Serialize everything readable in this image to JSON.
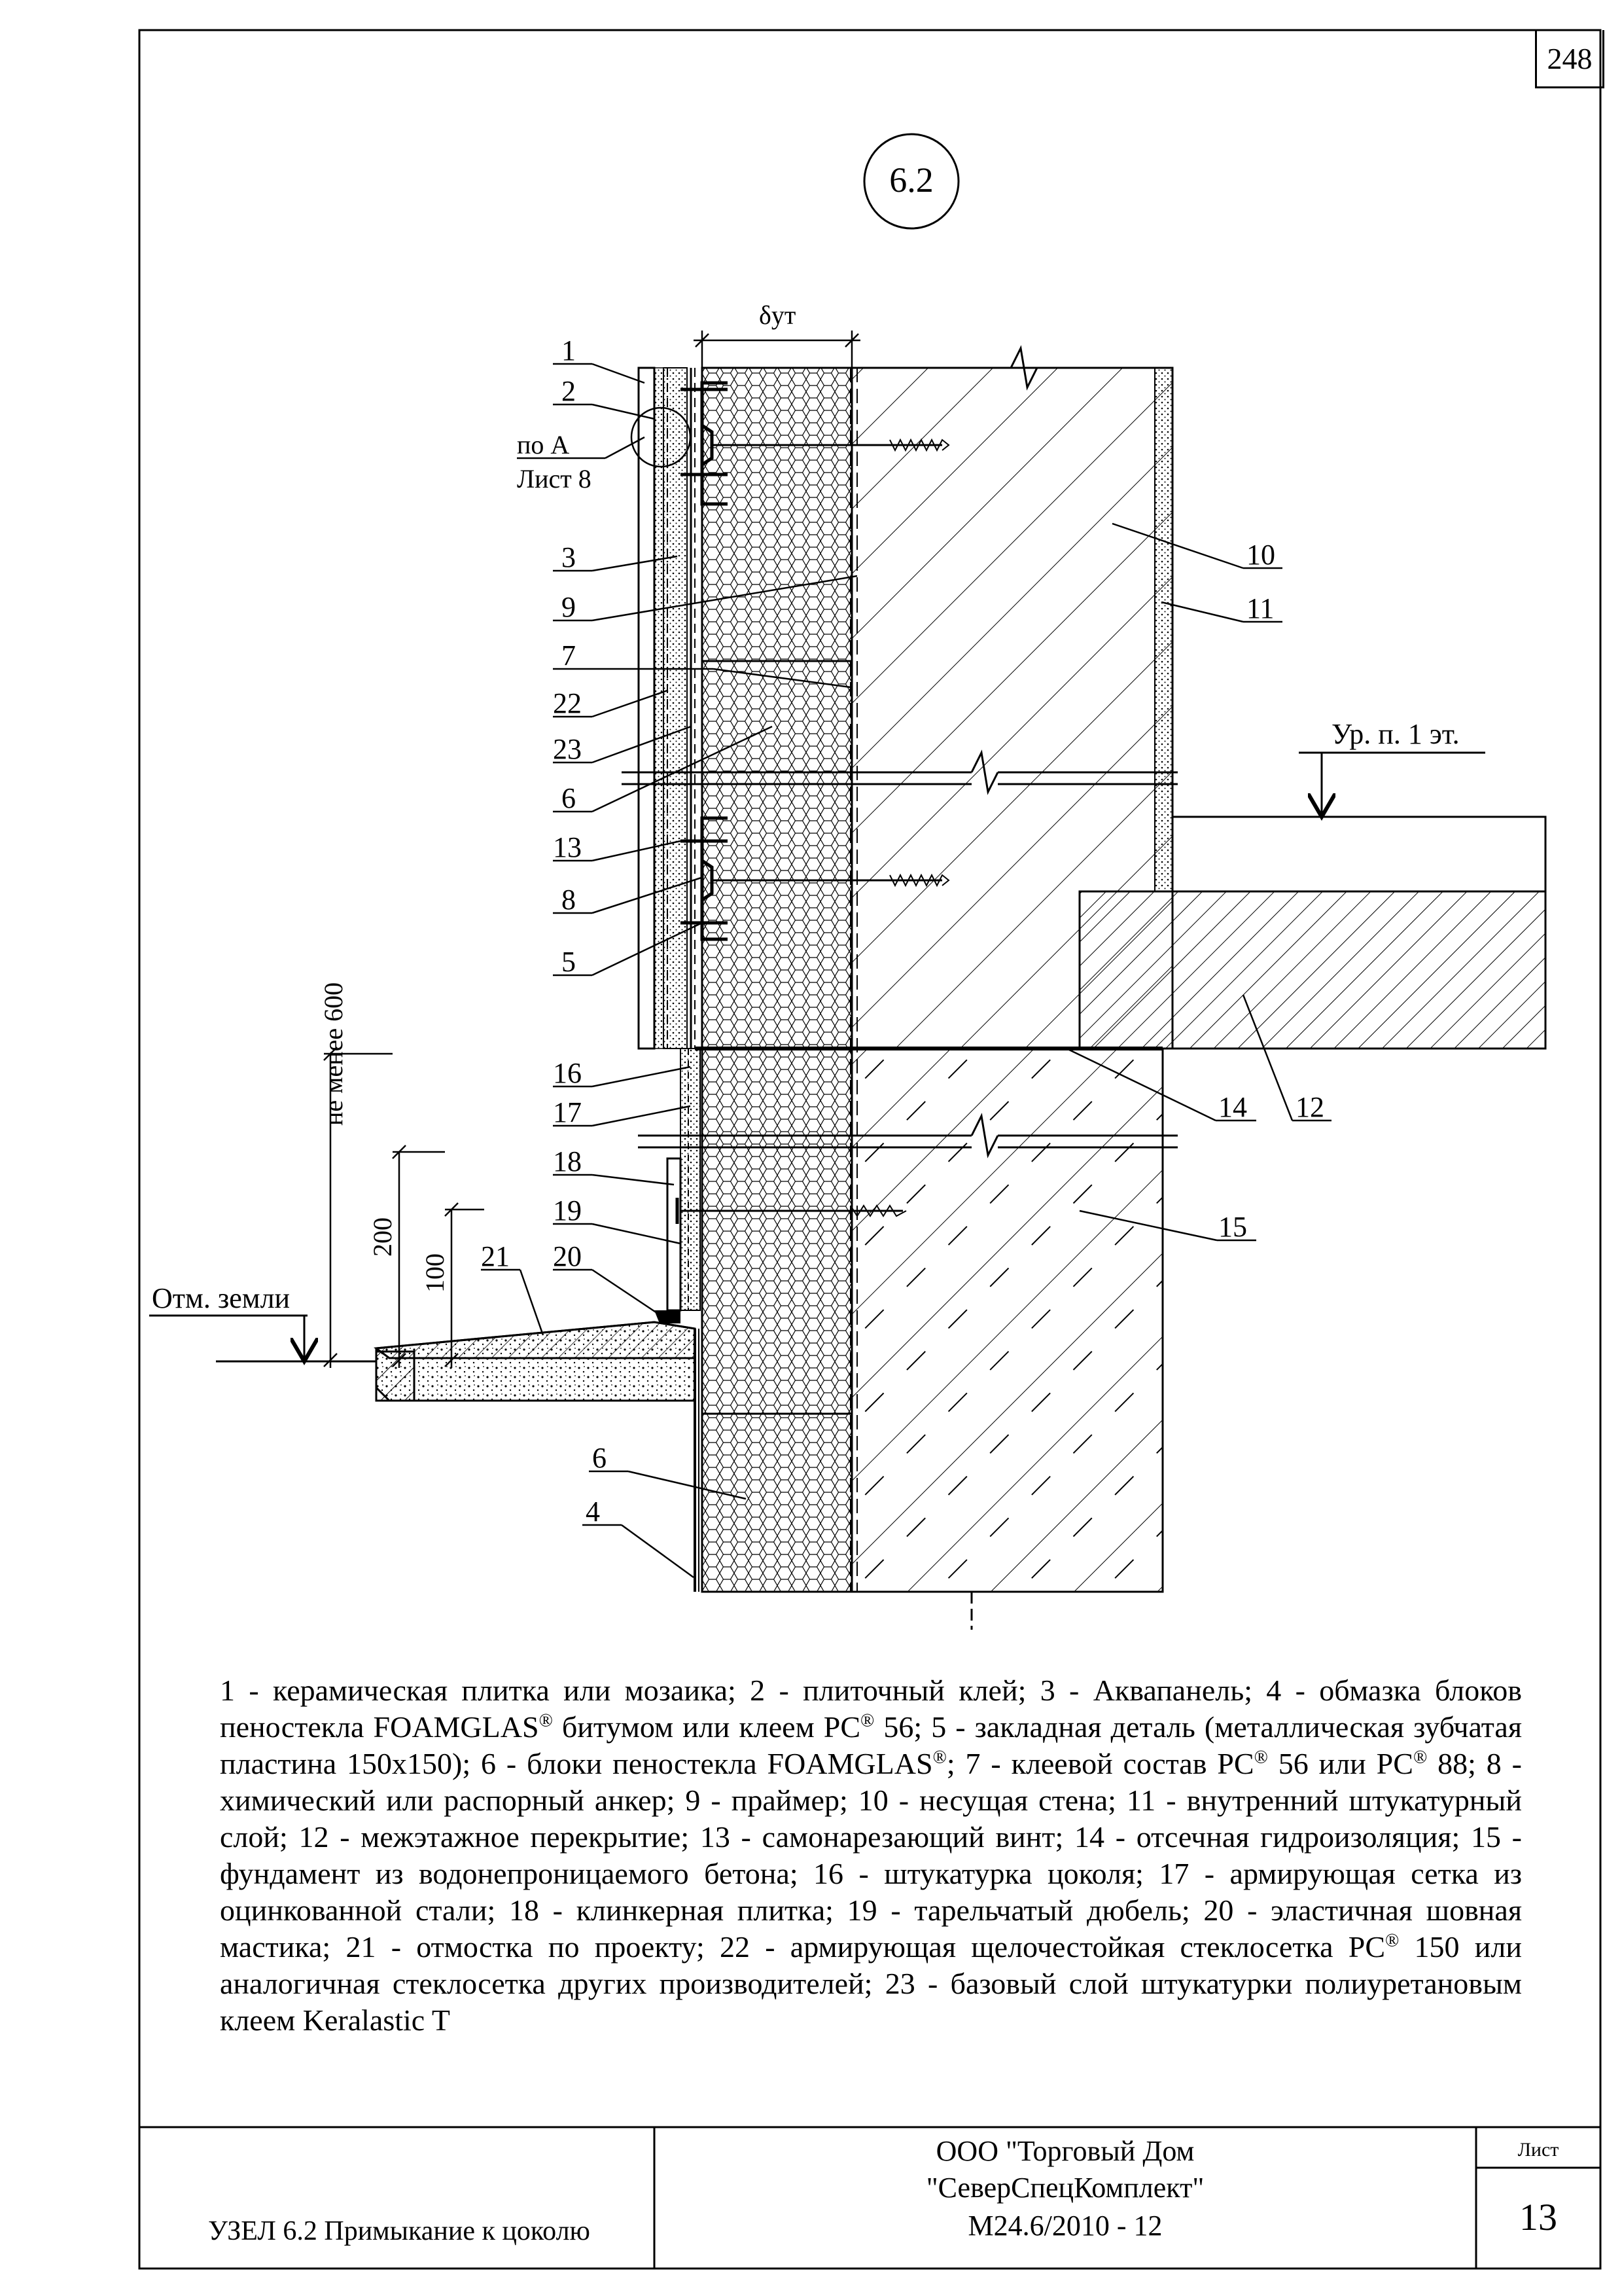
{
  "page_number": "248",
  "node_marker": "6.2",
  "dimension_label": "δут",
  "callouts": {
    "c1": "1",
    "c2": "2",
    "c3": "3",
    "c9": "9",
    "c7": "7",
    "c22": "22",
    "c23": "23",
    "c6a": "6",
    "c13": "13",
    "c8": "8",
    "c5": "5",
    "c16": "16",
    "c17": "17",
    "c18": "18",
    "c19": "19",
    "c20": "20",
    "c21": "21",
    "c6b": "6",
    "c4": "4",
    "c10": "10",
    "c11": "11",
    "c14": "14",
    "c12": "12",
    "c15": "15"
  },
  "detail_ref": {
    "line1": "по А",
    "line2": "Лист 8"
  },
  "floor_level": "Ур. п. 1 эт.",
  "ground_level": "Отм. земли",
  "dims": {
    "min600": "не менее 600",
    "d200": "200",
    "d100": "100"
  },
  "legend": {
    "p01": "1 - керамическая плитка или мозаика; 2 - плиточный клей; 3 - Аквапанель; 4 - обмазка блоков пеностекла FOAMGLAS",
    "p02": " битумом или клеем PC",
    "p03": " 56; 5 - закладная деталь (металлическая зубчатая пластина 150x150); 6 - блоки пеностекла FOAMGLAS",
    "p04": "; 7 - клеевой состав PC",
    "p05": " 56 или PC",
    "p06": " 88; 8 - химический или распорный анкер; 9 - праймер; 10 - несущая стена; 11 - внутренний штукатурный слой; 12 - межэтажное перекрытие; 13 - самонарезающий винт; 14 - отсечная гидроизоляция; 15 - фундамент из водонепроницаемого бетона; 16 - штукатурка цоколя; 17 - армирующая сетка из оцинкованной стали; 18 - клинкерная плитка; 19 - тарельчатый дюбель; 20 - эластичная шовная мастика; 21 - отмостка по проекту; 22 - армирующая щелочестойкая стеклосетка PC",
    "p07": " 150 или аналогичная стеклосетка других производителей; 23 - базовый слой штукатурки полиуретановым клеем Keralastic T",
    "reg": "®"
  },
  "title_block": {
    "title": "УЗЕЛ 6.2 Примыкание к цоколю",
    "org_line1": "ООО \"Торговый Дом",
    "org_line2": "\"СеверСпецКомплект\"",
    "doc_code": "М24.6/2010 - 12",
    "sheet_label": "Лист",
    "sheet_number": "13"
  }
}
